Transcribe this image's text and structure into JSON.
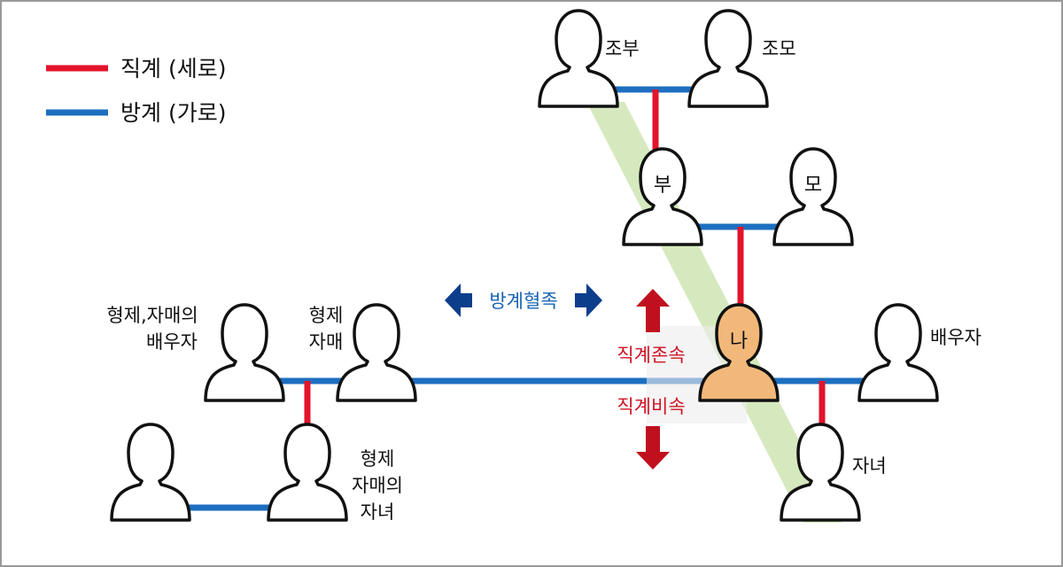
{
  "colors": {
    "direct_line": "#e3142b",
    "collateral_line": "#1e6fc0",
    "self_fill": "#f2b87a",
    "person_fill": "#ffffff",
    "outline": "#111111",
    "diagonal_band": "#c8e2a8",
    "dark_blue_arrow": "#0d3e8c",
    "dark_red_arrow": "#c0101e",
    "collateral_text": "#1763b4",
    "direct_text": "#d01426"
  },
  "legend": {
    "direct_label": "직계 (세로)",
    "collateral_label": "방계 (가로)"
  },
  "people": {
    "grandfather_label": "조부",
    "grandmother_label": "조모",
    "father_label": "부",
    "mother_label": "모",
    "self_label": "나",
    "spouse_label": "배우자",
    "child_label": "자녀",
    "sibling_label_line1": "형제",
    "sibling_label_line2": "자매",
    "sibling_spouse_line1": "형제,자매의",
    "sibling_spouse_line2": "배우자",
    "sibling_child_line1": "형제",
    "sibling_child_line2": "자매의",
    "sibling_child_line3": "자녀"
  },
  "arrows": {
    "collateral_relatives": "방계혈족",
    "direct_ascendants": "직계존속",
    "direct_descendants": "직계비속"
  }
}
